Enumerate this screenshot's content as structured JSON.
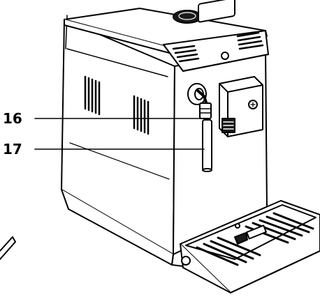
{
  "callouts": [
    {
      "label": "16"
    },
    {
      "label": "17"
    }
  ],
  "icons": {
    "brand_logo": "philips-shield-logo",
    "steam_wand": "milk-frother-wand"
  },
  "colors": {
    "line": "#000000",
    "fill": "#ffffff",
    "shade": "#1a1a1a"
  }
}
